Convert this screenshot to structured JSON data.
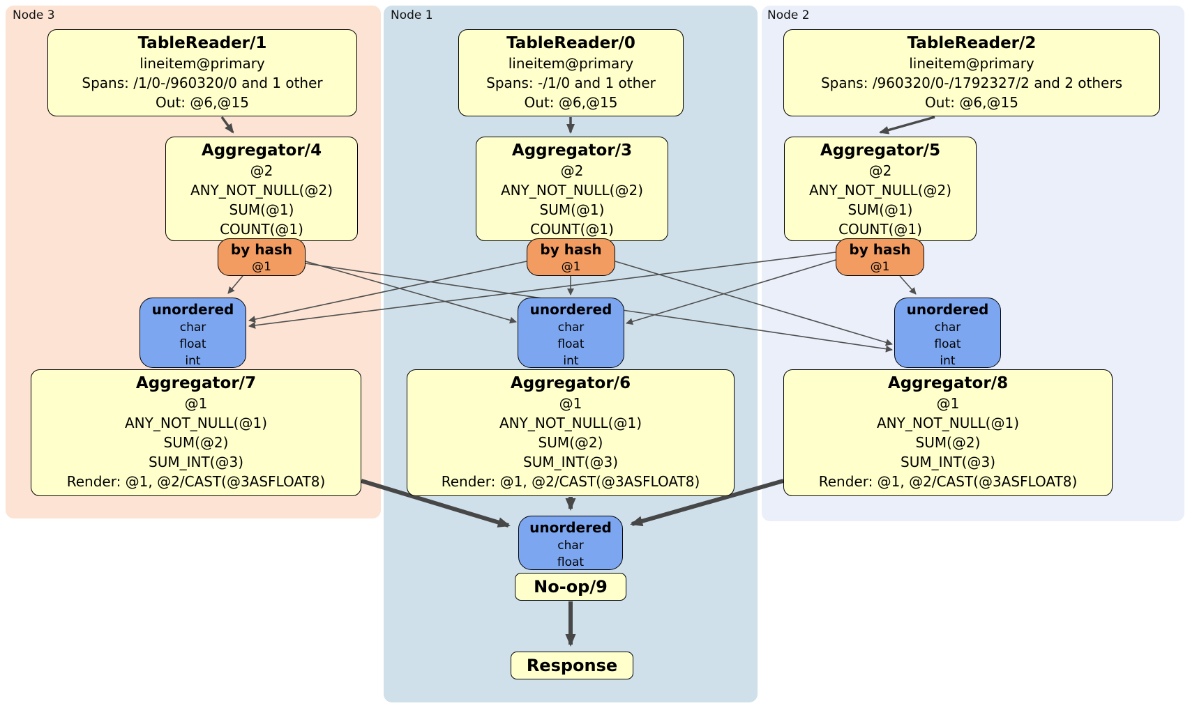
{
  "colors": {
    "node3_bg": "#fce3d3",
    "node1_bg": "#cfe0ea",
    "node2_bg": "#eaeffa",
    "processor_fill": "#ffffcc",
    "router_fill": "#f29c62",
    "sync_fill": "#7da6f0",
    "edge": "#4f4f4f",
    "border": "#000000"
  },
  "node3": {
    "label": "Node 3",
    "tablereader": {
      "title": "TableReader/1",
      "lines": [
        "lineitem@primary",
        "Spans: /1/0-/960320/0 and 1 other",
        "Out: @6,@15"
      ]
    },
    "aggregator_top": {
      "title": "Aggregator/4",
      "lines": [
        "@2",
        "ANY_NOT_NULL(@2)",
        "SUM(@1)",
        "COUNT(@1)"
      ]
    },
    "router": {
      "title": "by hash",
      "stream": "@1"
    },
    "sync": {
      "title": "unordered",
      "types": [
        "char",
        "float",
        "int"
      ]
    },
    "aggregator_bottom": {
      "title": "Aggregator/7",
      "lines": [
        "@1",
        "ANY_NOT_NULL(@1)",
        "SUM(@2)",
        "SUM_INT(@3)",
        "Render: @1, @2/CAST(@3ASFLOAT8)"
      ]
    }
  },
  "node1": {
    "label": "Node 1",
    "tablereader": {
      "title": "TableReader/0",
      "lines": [
        "lineitem@primary",
        "Spans: -/1/0 and 1 other",
        "Out: @6,@15"
      ]
    },
    "aggregator_top": {
      "title": "Aggregator/3",
      "lines": [
        "@2",
        "ANY_NOT_NULL(@2)",
        "SUM(@1)",
        "COUNT(@1)"
      ]
    },
    "router": {
      "title": "by hash",
      "stream": "@1"
    },
    "sync": {
      "title": "unordered",
      "types": [
        "char",
        "float",
        "int"
      ]
    },
    "aggregator_bottom": {
      "title": "Aggregator/6",
      "lines": [
        "@1",
        "ANY_NOT_NULL(@1)",
        "SUM(@2)",
        "SUM_INT(@3)",
        "Render: @1, @2/CAST(@3ASFLOAT8)"
      ]
    },
    "final_sync": {
      "title": "unordered",
      "types": [
        "char",
        "float"
      ]
    },
    "noop": {
      "title": "No-op/9"
    },
    "response": {
      "title": "Response"
    }
  },
  "node2": {
    "label": "Node 2",
    "tablereader": {
      "title": "TableReader/2",
      "lines": [
        "lineitem@primary",
        "Spans: /960320/0-/1792327/2 and 2 others",
        "Out: @6,@15"
      ]
    },
    "aggregator_top": {
      "title": "Aggregator/5",
      "lines": [
        "@2",
        "ANY_NOT_NULL(@2)",
        "SUM(@1)",
        "COUNT(@1)"
      ]
    },
    "router": {
      "title": "by hash",
      "stream": "@1"
    },
    "sync": {
      "title": "unordered",
      "types": [
        "char",
        "float",
        "int"
      ]
    },
    "aggregator_bottom": {
      "title": "Aggregator/8",
      "lines": [
        "@1",
        "ANY_NOT_NULL(@1)",
        "SUM(@2)",
        "SUM_INT(@3)",
        "Render: @1, @2/CAST(@3ASFLOAT8)"
      ]
    }
  },
  "edges": [
    {
      "from": "TableReader/1",
      "to": "Aggregator/4"
    },
    {
      "from": "TableReader/0",
      "to": "Aggregator/3"
    },
    {
      "from": "TableReader/2",
      "to": "Aggregator/5"
    },
    {
      "from": "by hash (Node 3)",
      "to": "unordered (Node 3)"
    },
    {
      "from": "by hash (Node 3)",
      "to": "unordered (Node 1)"
    },
    {
      "from": "by hash (Node 3)",
      "to": "unordered (Node 2)"
    },
    {
      "from": "by hash (Node 1)",
      "to": "unordered (Node 3)"
    },
    {
      "from": "by hash (Node 1)",
      "to": "unordered (Node 1)"
    },
    {
      "from": "by hash (Node 1)",
      "to": "unordered (Node 2)"
    },
    {
      "from": "by hash (Node 2)",
      "to": "unordered (Node 3)"
    },
    {
      "from": "by hash (Node 2)",
      "to": "unordered (Node 1)"
    },
    {
      "from": "by hash (Node 2)",
      "to": "unordered (Node 2)"
    },
    {
      "from": "Aggregator/7",
      "to": "unordered (final)"
    },
    {
      "from": "Aggregator/6",
      "to": "unordered (final)"
    },
    {
      "from": "Aggregator/8",
      "to": "unordered (final)"
    },
    {
      "from": "No-op/9",
      "to": "Response"
    }
  ]
}
